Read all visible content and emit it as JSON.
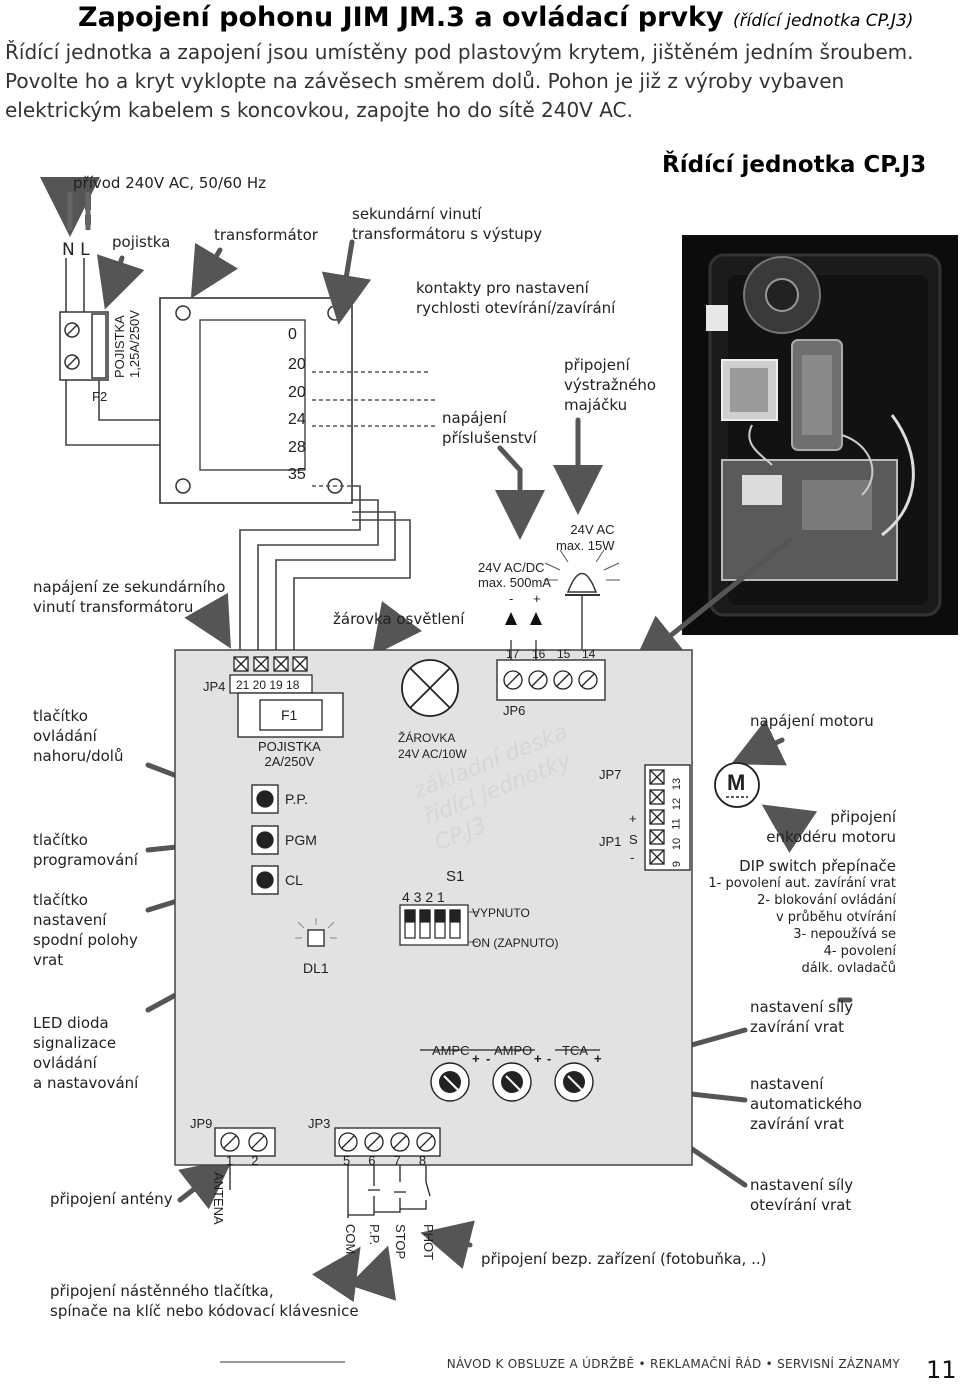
{
  "header": {
    "title": "Zapojení pohonu JIM JM.3 a ovládací prvky",
    "title_sub": "(řídící jednotka CP.J3)",
    "intro": "Řídící jednotka a zapojení jsou umístěny pod plastovým krytem, jištěném jedním šroubem. Povolte ho a kryt vyklopte na závěsech směrem dolů. Pohon je již z výroby vybaven elektrickým kabelem s koncovkou, zapojte ho do sítě 240V AC."
  },
  "diagram": {
    "photo_heading": "Řídící jednotka CP.J3",
    "supply": "přívod 240V AC, 50/60 Hz",
    "nl": "N L",
    "fuse_label": "pojistka",
    "transformer_label": "transformátor",
    "secondary_label": "sekundární vinutí\ntransformátoru s výstupy",
    "speed_contacts": "kontakty pro nastavení\nrychlosti otevírání/zavírání",
    "beacon_label": "připojení\nvýstražného\nmajáčku",
    "accessory_label": "napájení\npříslušenství",
    "fuse_rating": "POJISTKA\n1,25A/250V",
    "fuse_id": "F2",
    "taps": [
      "0",
      "20",
      "20",
      "24",
      "28",
      "35"
    ],
    "beacon_rating": "24V AC\nmax. 15W",
    "accessory_rating": "24V AC/DC\nmax. 500mA",
    "minus": "-",
    "plus": "+",
    "secondary_supply": "napájení ze sekundárního\nvinutí transformátoru",
    "lamp_label": "žárovka osvětlení"
  },
  "board": {
    "jp4": "JP4",
    "jp4_pins": "21 20 19 18",
    "f1": "F1",
    "f1_rating": "POJISTKA\n2A/250V",
    "lamp": "ŽÁROVKA\n24V AC/10W",
    "jp6": "JP6",
    "jp6_pins": [
      "17",
      "16",
      "15",
      "14"
    ],
    "jp7": "JP7",
    "jp1": "JP1",
    "motor_pins": [
      "13",
      "12",
      "11",
      "10",
      "9"
    ],
    "jp1_signs": [
      "+",
      "S",
      "-"
    ],
    "motor_symbol": "M",
    "pp": "P.P.",
    "pgm": "PGM",
    "cl": "CL",
    "dl1": "DL1",
    "s1": "S1",
    "dip_numbers": "4 3 2 1",
    "off": "VYPNUTO",
    "on": "ON (ZAPNUTO)",
    "watermark": "základní deska\nřídící jednotky\nCP.J3",
    "trimmers": [
      "AMPC",
      "AMPO",
      "TCA"
    ],
    "jp9": "JP9",
    "jp9_pins": "1     2",
    "jp3": "JP3",
    "jp3_pins": "5     6     7     8",
    "antenna": "ANTENA",
    "com": "COM",
    "pp_term": "P.P.",
    "stop": "STOP",
    "phot": "PHOT"
  },
  "annotations": {
    "up_down": "tlačítko\novládání\nnahoru/dolů",
    "programming": "tlačítko\nprogramování",
    "lower_pos": "tlačítko\nnastavení\nspodní polohy\nvrat",
    "led": "LED dioda\nsignalizace\novládání\na nastavování",
    "antenna": "připojení antény",
    "wall_button": "připojení nástěnného tlačítka,\nspínače na klíč nebo kódovací klávesnice",
    "safety": "připojení bezp. zařízení (fotobuňka, ..)",
    "motor_power": "napájení motoru",
    "encoder": "připojení\nenkodéru motoru",
    "dip_title": "DIP switch přepínače",
    "dip_items": "1- povolení aut. zavírání vrat\n2- blokování ovládání\nv průběhu otvírání\n3- nepoužívá se\n4- povolení\ndálk. ovladačů",
    "force_close": "nastavení síly\nzavírání vrat",
    "auto_close": "nastavení\nautomatického\nzavírání vrat",
    "force_open": "nastavení síly\notevírání vrat"
  },
  "footer": {
    "text": "NÁVOD K OBSLUZE A ÚDRŽBĚ • REKLAMAČNÍ ŘÁD • SERVISNÍ ZÁZNAMY",
    "page": "11"
  }
}
